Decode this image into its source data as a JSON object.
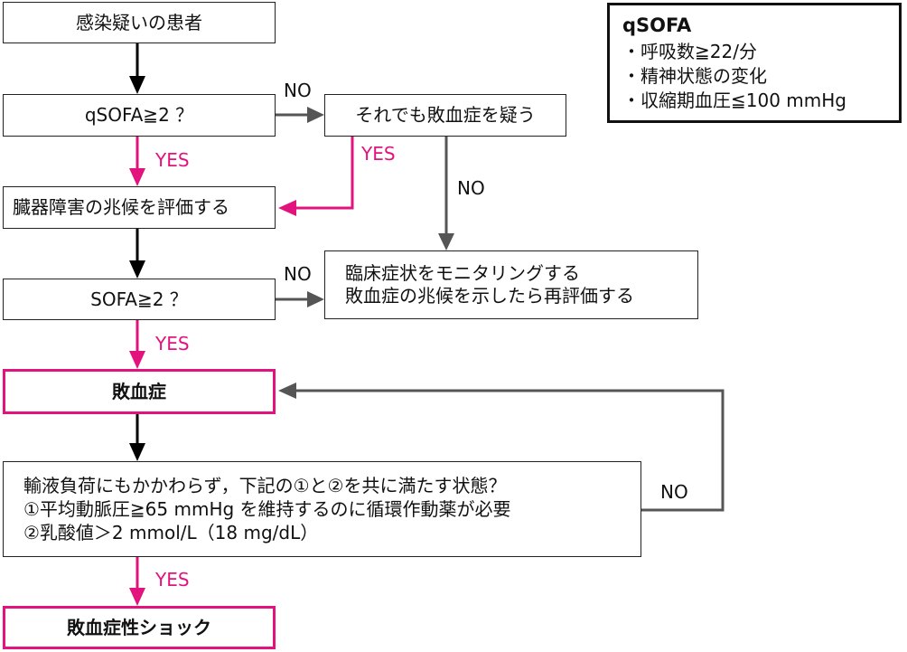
{
  "flow": {
    "suspect": "感染疑いの患者",
    "qsofa_q": "qSOFA≧2 ？",
    "still_suspect": "それでも敗血症を疑う",
    "organ_eval": "臓器障害の兆候を評価する",
    "sofa_q": "SOFA≧2 ？",
    "monitor_line1": "臨床症状をモニタリングする",
    "monitor_line2": "敗血症の兆候を示したら再評価する",
    "sepsis": "敗血症",
    "shock_criteria_line1": "輸液負荷にもかかわらず，下記の①と②を共に満たす状態？",
    "shock_criteria_line2": "①平均動脈圧≧65 mmHg を維持するのに循環作動薬が必要",
    "shock_criteria_line3": "②乳酸値＞2 mmol/L（18 mg/dL）",
    "septic_shock": "敗血症性ショック"
  },
  "labels": {
    "yes": "YES",
    "no": "NO"
  },
  "legend": {
    "title": "qSOFA",
    "items": [
      "・呼吸数≧22/分",
      "・精神状態の変化",
      "・収縮期血圧≦100 mmHg"
    ]
  },
  "colors": {
    "yes": "#e2137c",
    "no": "#555555",
    "down": "#000000"
  }
}
